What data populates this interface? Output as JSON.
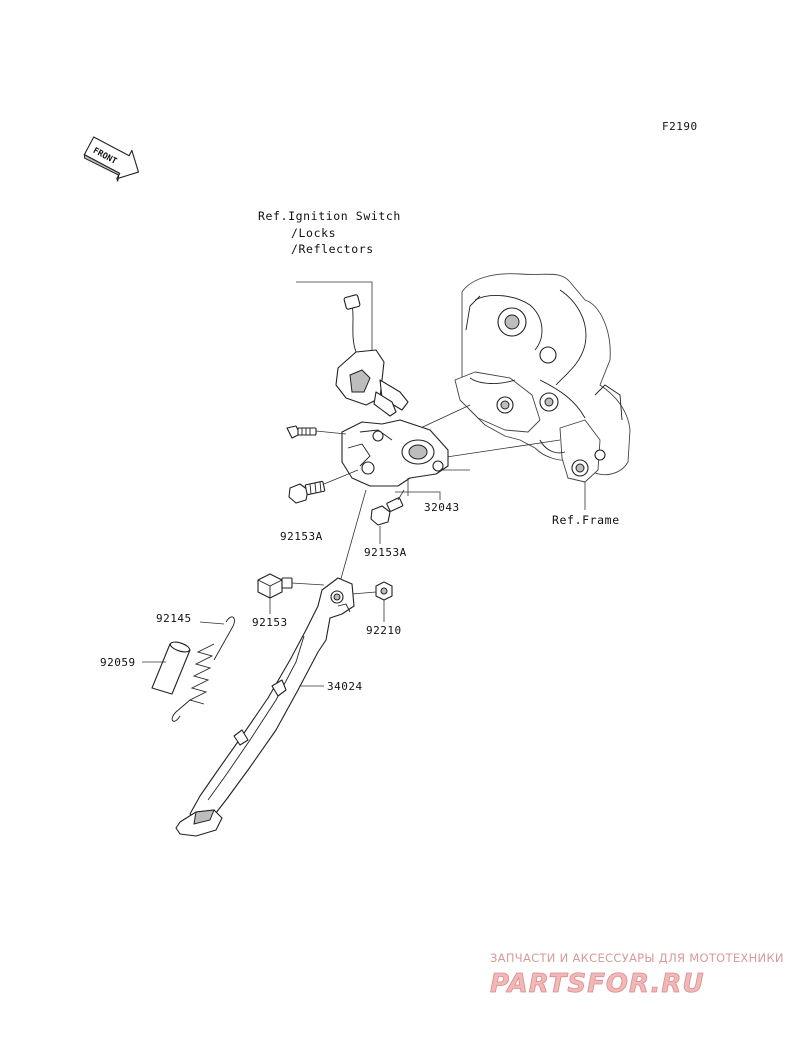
{
  "figure_code": "F2190",
  "front_arrow": {
    "label": "FRONT",
    "icon": "front-direction-arrow-icon"
  },
  "references": {
    "ignition": {
      "line1": "Ref.Ignition Switch",
      "line2": "/Locks",
      "line3": "/Reflectors"
    },
    "frame": "Ref.Frame"
  },
  "parts": [
    {
      "number": "32043"
    },
    {
      "number": "92153A"
    },
    {
      "number": "92153A"
    },
    {
      "number": "92153"
    },
    {
      "number": "92210"
    },
    {
      "number": "92145"
    },
    {
      "number": "92059"
    },
    {
      "number": "34024"
    }
  ],
  "watermark": {
    "tagline": "ЗАПЧАСТИ И АКСЕССУАРЫ ДЛЯ МОТОТЕХНИКИ",
    "brand": "PARTSFOR.RU"
  },
  "colors": {
    "line": "#222222",
    "watermark": "#e08a8a",
    "background": "#ffffff"
  }
}
